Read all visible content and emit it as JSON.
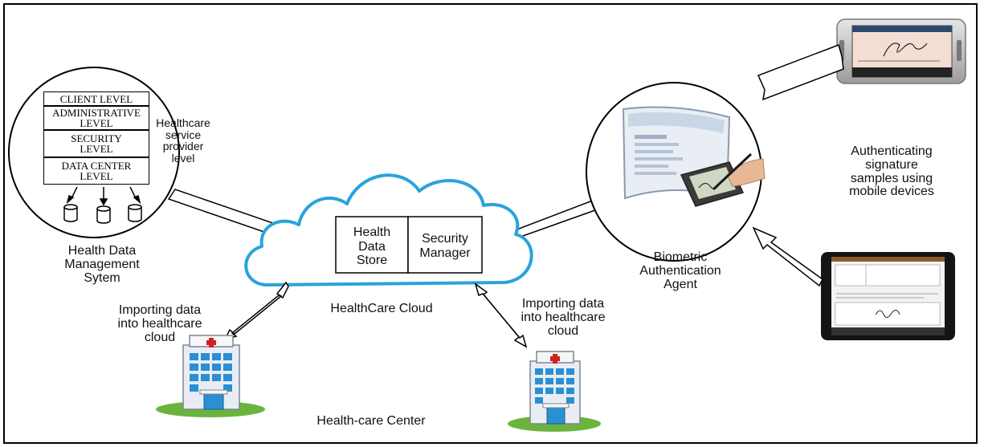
{
  "levels": {
    "client": "CLIENT LEVEL",
    "administrative": [
      "ADMINISTRATIVE",
      "LEVEL"
    ],
    "security": [
      "SECURITY",
      "LEVEL"
    ],
    "data_center": [
      "DATA CENTER",
      "LEVEL"
    ]
  },
  "provider_label": [
    "Healthcare",
    "service",
    "provider",
    "level"
  ],
  "hdms_label": [
    "Health Data",
    "Management",
    "Sytem"
  ],
  "cloud": {
    "health_data_store": [
      "Health",
      "Data",
      "Store"
    ],
    "security_manager": [
      "Security",
      "Manager"
    ],
    "label": "HealthCare Cloud"
  },
  "biometric_label": [
    "Biometric",
    "Authentication",
    "Agent"
  ],
  "authenticating_label": [
    "Authenticating",
    "signature",
    "samples using",
    "mobile devices"
  ],
  "import_left": [
    "Importing data",
    "into healthcare",
    "cloud"
  ],
  "import_right": [
    "Importing data",
    "into healthcare",
    "cloud"
  ],
  "center_label": "Health-care Center",
  "colors": {
    "cloud_outline": "#29a3dc",
    "hospital_blue": "#2a8fd4",
    "lawn_green": "#6ab43e"
  }
}
